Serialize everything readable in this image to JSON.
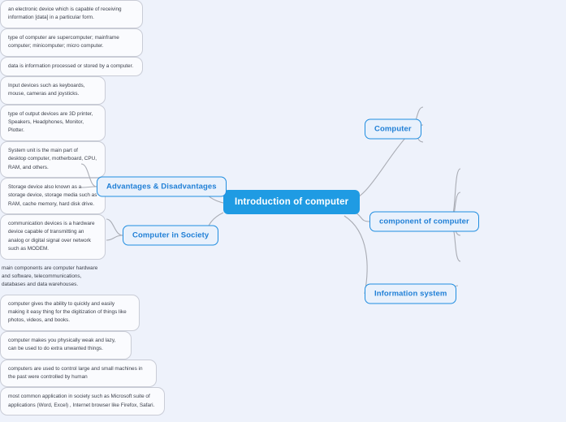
{
  "canvas": {
    "background": "#eef2fb",
    "edge_color": "#a9acb4",
    "accent": "#1f9be3",
    "branch_border": "#1f8de0",
    "branch_text": "#1f7fd6",
    "leaf_border": "#c9ccd6"
  },
  "root": {
    "label": "Introduction of computer"
  },
  "branches": [
    {
      "id": "computer",
      "label": "Computer",
      "side": "right",
      "leaves": [
        {
          "text": "an electronic device which is capable of receiving information [data] in a particular form."
        },
        {
          "text": "type of computer are supercomputer; mainframe computer; minicomputer; micro computer."
        },
        {
          "text": "data is information processed or stored by a computer."
        }
      ]
    },
    {
      "id": "component-of-computer",
      "label": "component of computer",
      "side": "right",
      "leaves": [
        {
          "text": "Input devices such as keyboards, mouse, cameras and joysticks."
        },
        {
          "text": "type of output devices are 3D printer, Speakers, Headphones, Monitor, Plotter."
        },
        {
          "text": "System unit is the main part of desktop computer, motherboard, CPU, RAM, and others."
        },
        {
          "text": "Storage device also known as a storage device, storage media such as RAM, cache memory, hard disk drive."
        },
        {
          "text": "communication devices is a hardware device capable of transmitting an analog or digital signal over network such as MODEM."
        }
      ]
    },
    {
      "id": "information-system",
      "label": "Information system",
      "side": "right",
      "leaves": [
        {
          "text": "main components are computer hardware and software, telecommunications, databases and data warehouses."
        }
      ]
    },
    {
      "id": "advantages-disadvantages",
      "label": "Advantages & Disadvantages",
      "side": "left",
      "leaves": [
        {
          "text": "computer gives the ability to quickly and easily making it easy thing for the digitization of things like photos, videos, and books."
        },
        {
          "text": "computer makes you physically weak and lazy, can be used to do extra unwanted things."
        }
      ]
    },
    {
      "id": "computer-in-society",
      "label": "Computer in Society",
      "side": "left",
      "leaves": [
        {
          "text": "computers are used to control large and small machines in the past were controlled by human"
        },
        {
          "text": "most common application in society such as Microsoft suite of applications (Word, Excel) , Internet browser like Firefox, Safari."
        }
      ]
    }
  ]
}
